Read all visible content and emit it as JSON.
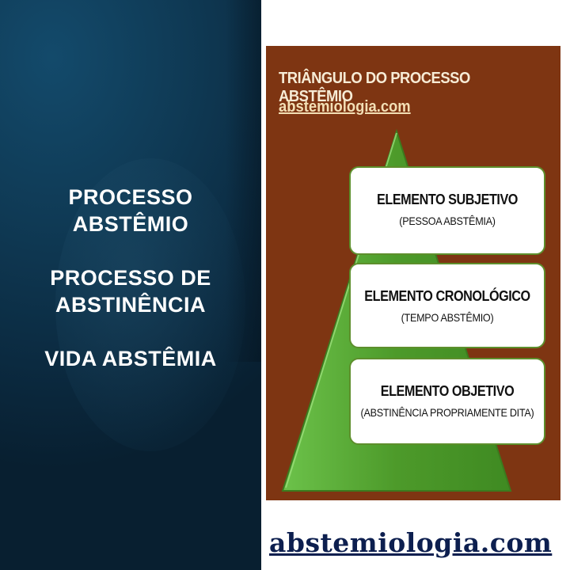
{
  "left_panel": {
    "blocks": [
      {
        "lines": [
          "PROCESSO",
          "ABSTÊMIO"
        ]
      },
      {
        "lines": [
          "PROCESSO DE",
          "ABSTINÊNCIA"
        ]
      },
      {
        "lines": [
          "VIDA ABSTÊMIA"
        ]
      }
    ],
    "colors": {
      "background": "#0f3a55",
      "text": "#ffffff"
    }
  },
  "card": {
    "title": "TRIÂNGULO DO PROCESSO ABSTÊMIO",
    "link": "abstemiologia.com",
    "colors": {
      "background": "#7e3512",
      "triangle": "#4d9a2a",
      "box": "#ffffff"
    },
    "elements": [
      {
        "title": "ELEMENTO SUBJETIVO",
        "subtitle": "(PESSOA ABSTÊMIA)"
      },
      {
        "title": "ELEMENTO CRONOLÓGICO",
        "subtitle": "(TEMPO ABSTÊMIO)"
      },
      {
        "title": "ELEMENTO OBJETIVO",
        "subtitle": "(ABSTINÊNCIA PROPRIAMENTE DITA)"
      }
    ]
  },
  "footer": {
    "link": "abstemiologia.com",
    "color": "#0d1f4f"
  }
}
